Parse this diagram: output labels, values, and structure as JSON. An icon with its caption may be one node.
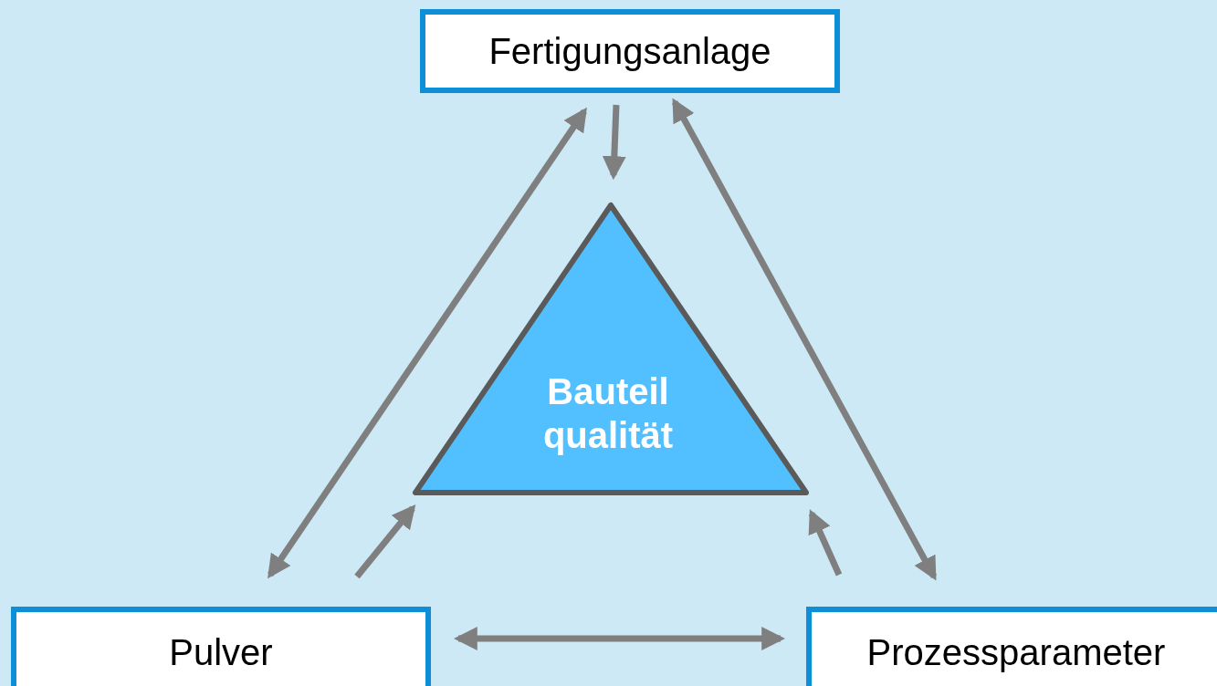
{
  "diagram": {
    "nodes": [
      {
        "text": [
          "Fertigungsanlage"
        ]
      },
      {
        "text": [
          "Bauteil qualität"
        ]
      },
      {
        "text": [
          "Pulver"
        ]
      },
      {
        "text": [
          "Prozessparameter"
        ]
      }
    ],
    "edges": [
      {
        "from": 0,
        "to": 2,
        "arrow": "both"
      },
      {
        "from": 0,
        "to": 1,
        "arrow": "to"
      },
      {
        "from": 2,
        "to": 1,
        "arrow": "to"
      },
      {
        "from": 3,
        "to": 1,
        "arrow": "to"
      },
      {
        "from": 0,
        "to": 3,
        "arrow": "both"
      },
      {
        "from": 2,
        "to": 3,
        "arrow": "both"
      }
    ]
  }
}
